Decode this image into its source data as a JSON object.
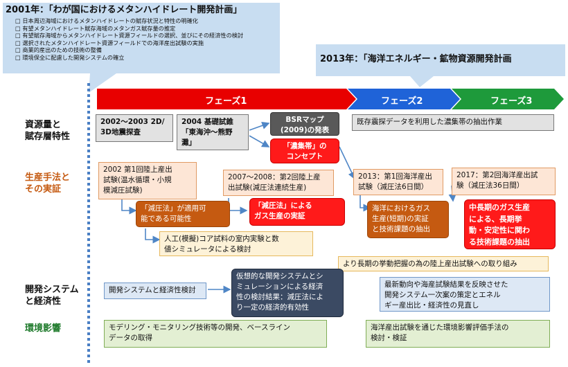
{
  "callout_2001": {
    "title": "2001年：「わが国におけるメタンハイドレート開発計画」",
    "items": [
      "日本周辺海域におけるメタンハイドレートの賦存状況と特性の明確化",
      "有望メタンハイドレート賦存海域のメタンガス賦存量の推定",
      "有望賦存海域からメタンハイドレート資源フィールドの選択、並びにその経済性の検討",
      "選択されたメタンハイドレート資源フィールドでの海洋産出試験の実施",
      "商業的産出のための技術の整備",
      "環境保全に配慮した開発システムの確立"
    ]
  },
  "callout_2013": {
    "title": "2013年：「海洋エネルギー・鉱物資源開発計画"
  },
  "phases": {
    "p1": "フェーズ1",
    "p2": "フェーズ2",
    "p3": "フェーズ3"
  },
  "row_labels": {
    "resource": "資源量と\n賦存層特性",
    "production": "生産手法と\nその実証",
    "system": "開発システム\nと経済性",
    "environment": "環境影響"
  },
  "boxes": {
    "b2002_seismic": "2002～2003 2D/\n3D地震探査",
    "b2004_drilling": "2004 基礎試錐\n「東海沖～熊野\n灘」",
    "bsr_map": "BSRマップ\n(2009)の発表",
    "concentrated_zone": "「濃集帯」の\nコンセプト",
    "existing_survey": "既存震探データを利用した濃集帯の抽出作業",
    "b2002_onshore": "2002 第1回陸上産出\n試験(温水循環・小規\n模減圧試験)",
    "depressurization_possible": "「減圧法」が適用可\n能である可能性",
    "lab_experiment": "人工(模擬)コア試料の室内実験と数\n値シミュレータによる検討",
    "b2007_onshore": "2007～2008：第2回陸上産\n出試験(減圧法連続生産)",
    "depressurization_proof": "「減圧法」による\nガス生産の実証",
    "b2013_offshore": "2013：第1回海洋産出\n試験（減圧法6日間）",
    "offshore_short_term": "海洋におけるガス\n生産(短期)の実証\nと技術課題の抽出",
    "b2017_offshore": "2017：第2回海洋産出試\n験（減圧法36日間）",
    "long_term_issues": "中長期のガス生産\nによる、長期挙\n動・安定性に関わ\nる技術課題の抽出",
    "long_term_onshore": "より長期の挙動把握の為の陸上産出試験への取り組み",
    "dev_system_review": "開発システムと経済性検討",
    "virtual_system": "仮想的な開発システムとシ\nミュレーションによる経済\n性の検討結果：減圧法によ\nり一定の経済的有効性",
    "latest_trends": "最新動向や海産試験結果を反映させた\n開発システム一次案の策定とエネル\nギー産出比・経済性の見直し",
    "env_modeling": "モデリング・モニタリング技術等の開発、ベースライン\nデータの取得",
    "env_assessment": "海洋産出試験を通じた環境影響評価手法の\n検討・検証"
  },
  "colors": {
    "phase1": "#e80000",
    "phase2": "#1f63d8",
    "phase3": "#1e9a3b",
    "connector": "#4f86c6",
    "dotted_timeline": "#4a7fc4"
  }
}
